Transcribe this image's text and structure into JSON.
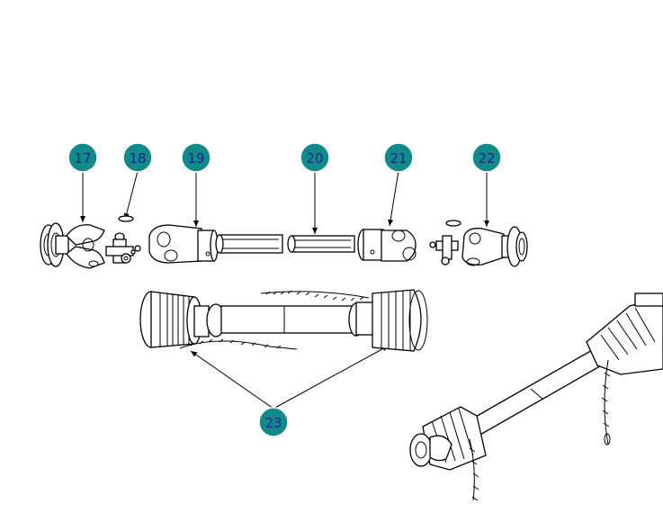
{
  "diagram": {
    "callout_fill": "#138a8a",
    "callout_text_color": "#1a2a8a",
    "line_color": "#000000",
    "callouts": [
      {
        "id": "callout-17",
        "label": "17"
      },
      {
        "id": "callout-18",
        "label": "18"
      },
      {
        "id": "callout-19",
        "label": "19"
      },
      {
        "id": "callout-20",
        "label": "20"
      },
      {
        "id": "callout-21",
        "label": "21"
      },
      {
        "id": "callout-22",
        "label": "22"
      },
      {
        "id": "callout-23",
        "label": "23"
      }
    ]
  }
}
